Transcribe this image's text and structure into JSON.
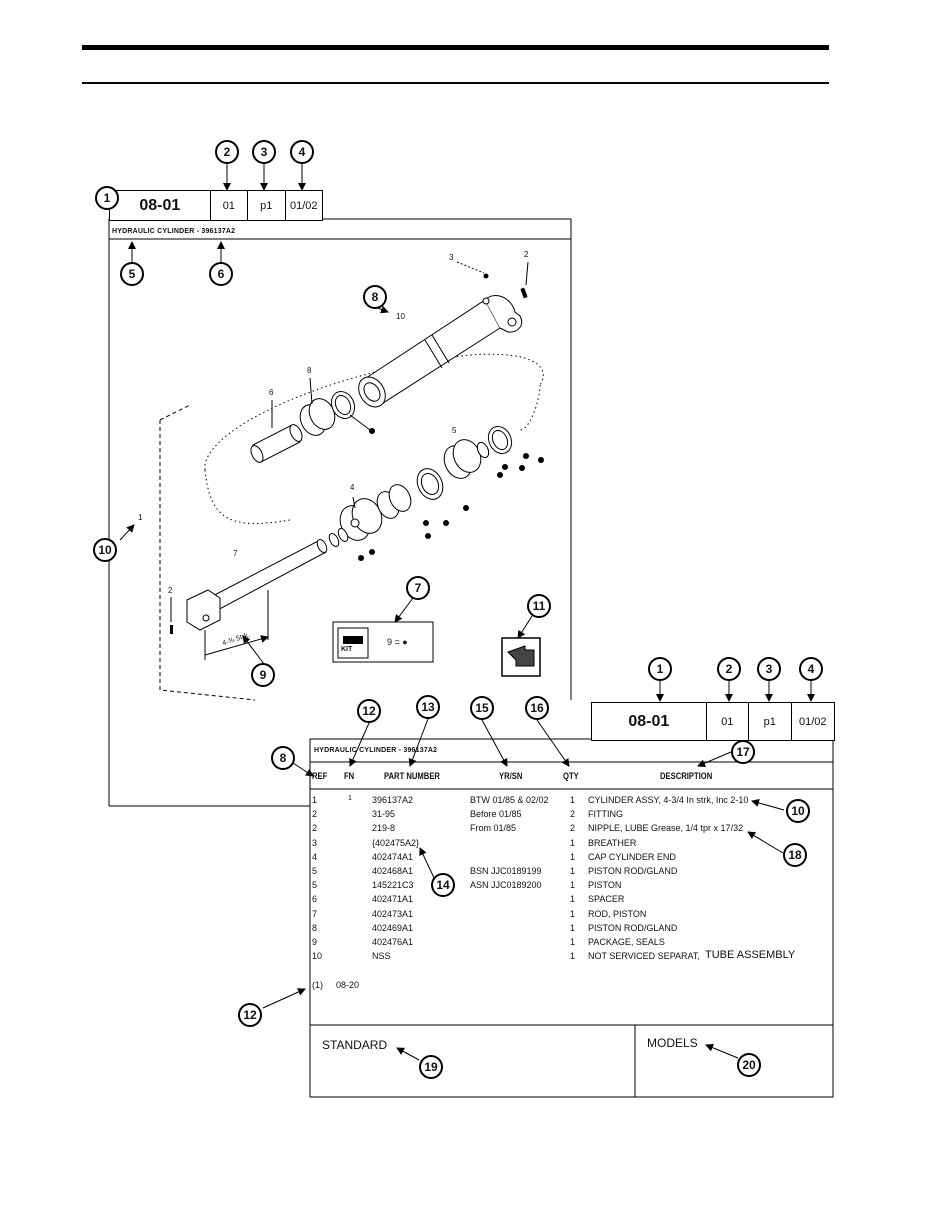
{
  "header": {
    "code": "08-01",
    "section": "01",
    "page": "p1",
    "date": "01/02"
  },
  "part_title": "HYDRAULIC CYLINDER - 396137A2",
  "table_title": "HYDRAULIC CYLINDER - 396137A2",
  "columns": [
    "REF",
    "FN",
    "PART NUMBER",
    "YR/SN",
    "QTY",
    "DESCRIPTION"
  ],
  "rows": [
    {
      "ref": "1",
      "fn": "1",
      "pn": "396137A2",
      "yrsn": "BTW 01/85 & 02/02",
      "qty": "1",
      "desc": "CYLINDER ASSY, 4-3/4 In strk, Inc 2-10"
    },
    {
      "ref": "2",
      "fn": "",
      "pn": "31-95",
      "yrsn": "Before 01/85",
      "qty": "2",
      "desc": "FITTING"
    },
    {
      "ref": "2",
      "fn": "",
      "pn": "219-8",
      "yrsn": "From 01/85",
      "qty": "2",
      "desc": "NIPPLE, LUBE Grease, 1/4 tpr x 17/32"
    },
    {
      "ref": "3",
      "fn": "",
      "pn": "{402475A2}",
      "yrsn": "",
      "qty": "1",
      "desc": "BREATHER"
    },
    {
      "ref": "4",
      "fn": "",
      "pn": "402474A1",
      "yrsn": "",
      "qty": "1",
      "desc": "CAP CYLINDER END"
    },
    {
      "ref": "5",
      "fn": "",
      "pn": "402468A1",
      "yrsn": "BSN JJC0189199",
      "qty": "1",
      "desc": "PISTON ROD/GLAND"
    },
    {
      "ref": "5",
      "fn": "",
      "pn": "145221C3",
      "yrsn": "ASN JJC0189200",
      "qty": "1",
      "desc": "PISTON"
    },
    {
      "ref": "6",
      "fn": "",
      "pn": "402471A1",
      "yrsn": "",
      "qty": "1",
      "desc": "SPACER"
    },
    {
      "ref": "7",
      "fn": "",
      "pn": "402473A1",
      "yrsn": "",
      "qty": "1",
      "desc": "ROD, PISTON"
    },
    {
      "ref": "8",
      "fn": "",
      "pn": "402469A1",
      "yrsn": "",
      "qty": "1",
      "desc": "PISTON ROD/GLAND"
    },
    {
      "ref": "9",
      "fn": "",
      "pn": "402476A1",
      "yrsn": "",
      "qty": "1",
      "desc": "PACKAGE, SEALS"
    },
    {
      "ref": "10",
      "fn": "",
      "pn": "NSS",
      "yrsn": "",
      "qty": "1",
      "desc": "NOT SERVICED SEPARAT,",
      "desc_big": "TUBE ASSEMBLY"
    }
  ],
  "footnote": {
    "mark": "(1)",
    "text": "08-20"
  },
  "standard_label": "STANDARD",
  "models_label": "MODELS",
  "kit_text": "9 = ●",
  "kit_label": "KIT",
  "stroke_label": "4-¾ Strk.",
  "callouts": [
    "1",
    "2",
    "3",
    "4",
    "5",
    "6",
    "7",
    "8",
    "9",
    "10",
    "11",
    "12",
    "13",
    "14",
    "15",
    "16",
    "17",
    "18",
    "19",
    "20"
  ],
  "fig_labels": [
    "1",
    "2",
    "2",
    "3",
    "4",
    "5",
    "6",
    "7",
    "8",
    "10"
  ]
}
